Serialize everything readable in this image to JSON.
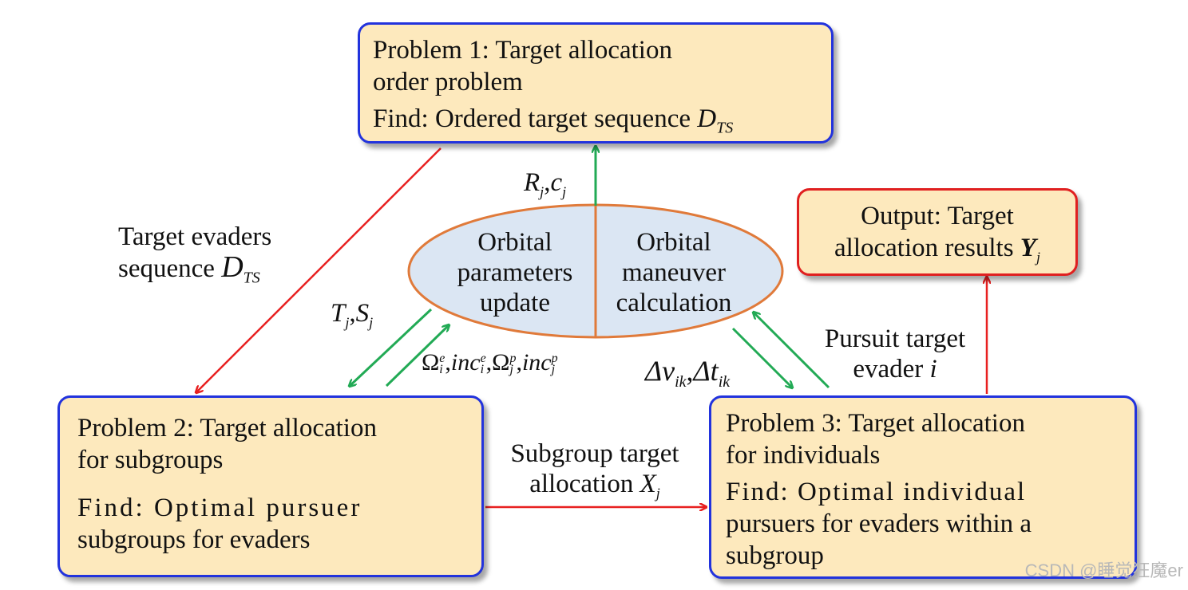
{
  "problem1": {
    "title_line1": "Problem 1: Target allocation",
    "title_line2": "order problem",
    "find_text": "Find: Ordered target sequence ",
    "find_symbol": "D",
    "find_sub": "TS"
  },
  "problem2": {
    "title_line1": "Problem 2: Target allocation",
    "title_line2": "for subgroups",
    "find_line1": "Find: Optimal pursuer",
    "find_line2": "subgroups for evaders"
  },
  "problem3": {
    "title_line1": "Problem 3: Target allocation",
    "title_line2": "for individuals",
    "find_line1": "Find: Optimal individual",
    "find_line2": "pursuers for evaders within a",
    "find_line3": "subgroup"
  },
  "output": {
    "line1": "Output: Target",
    "line2_text": "allocation results ",
    "symbol": "Y",
    "sub": "j"
  },
  "ellipse": {
    "left_line1": "Orbital",
    "left_line2": "parameters",
    "left_line3": "update",
    "right_line1": "Orbital",
    "right_line2": "maneuver",
    "right_line3": "calculation"
  },
  "labels": {
    "target_evaders_line1": "Target evaders",
    "target_evaders_line2": "sequence ",
    "dts_symbol": "D",
    "dts_sub": "TS",
    "rj": "R",
    "rj_sub": "j",
    "cj": "c",
    "cj_sub": "j",
    "tj": "T",
    "tj_sub": "j",
    "sj": "S",
    "sj_sub": "j",
    "omega_e": "Ω",
    "omega_e_sup": "e",
    "omega_e_sub": "i",
    "inc_e": "inc",
    "inc_e_sup": "e",
    "inc_e_sub": "i",
    "omega_p": "Ω",
    "omega_p_sup": "p",
    "omega_p_sub": "j",
    "inc_p": "inc",
    "inc_p_sup": "p",
    "inc_p_sub": "j",
    "dv": "Δv",
    "dv_sub": "ik",
    "dt": "Δt",
    "dt_sub": "ik",
    "pursuit_line1": "Pursuit target",
    "pursuit_line2": "evader ",
    "pursuit_i": "i",
    "subgroup_line1": "Subgroup target",
    "subgroup_line2": "allocation ",
    "xj": "X",
    "xj_sub": "j",
    "comma": ","
  },
  "colors": {
    "box_fill": "#fde9bd",
    "box_border_blue": "#2233dd",
    "box_border_red": "#e02020",
    "ellipse_fill": "#dbe6f3",
    "ellipse_border": "#e07a3a",
    "arrow_red": "#e82020",
    "arrow_green": "#22aa55"
  },
  "watermark": "CSDN @睡觉狂魔er"
}
